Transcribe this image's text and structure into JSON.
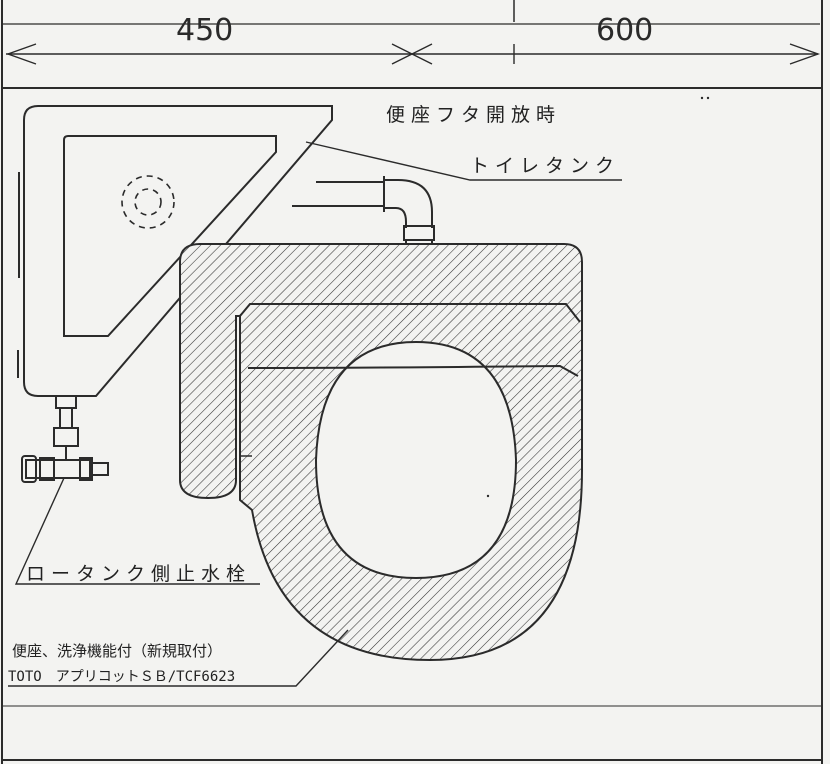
{
  "dimensions": {
    "left_value": "450",
    "right_value": "600"
  },
  "labels": {
    "lid_open": "便座フタ開放時",
    "toilet_tank": "トイレタンク",
    "stop_valve": "ロータンク側止水栓",
    "seat_line1": "便座、洗浄機能付（新規取付）",
    "seat_line2": "TOTO　アプリコットＳＢ/TCF6623"
  },
  "colors": {
    "line": "#2b2b2b",
    "paper": "#f3f3f1"
  }
}
